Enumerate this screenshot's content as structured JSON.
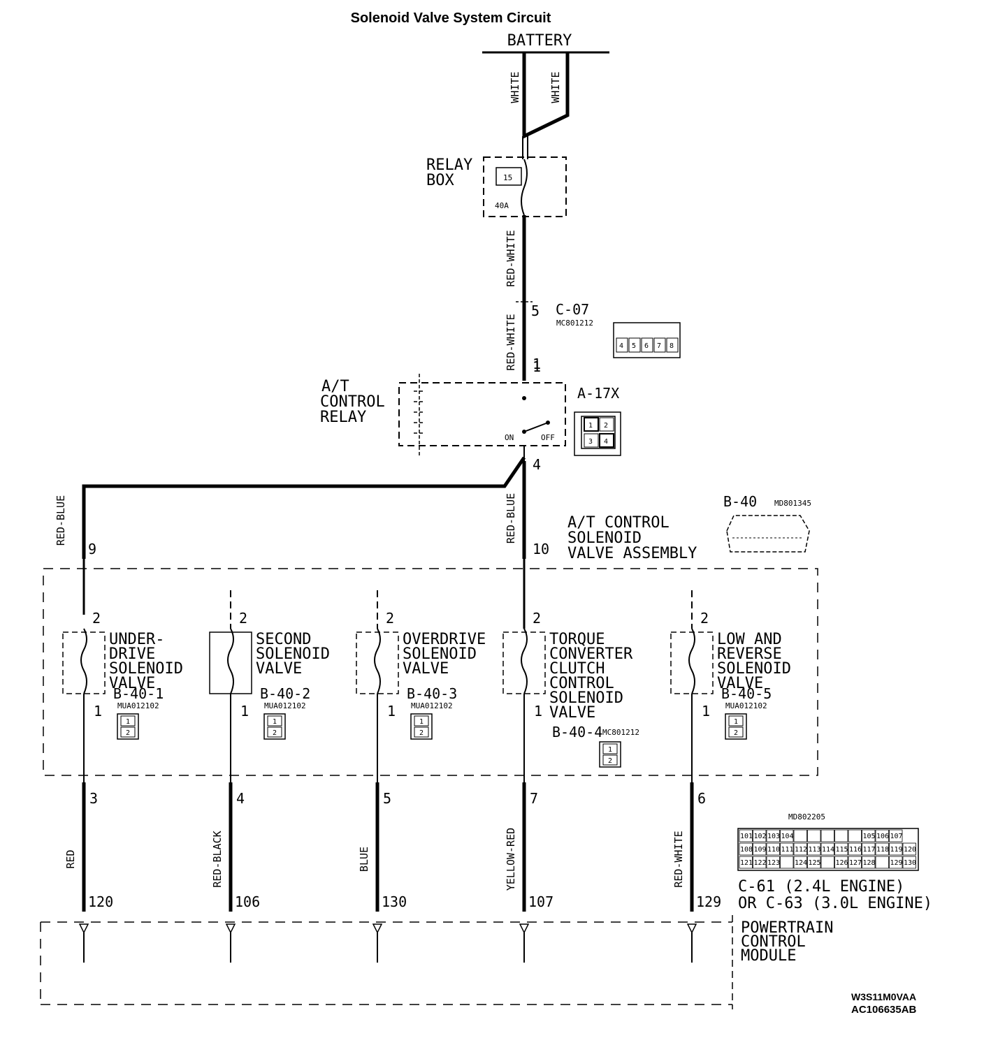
{
  "title": "Solenoid Valve System Circuit",
  "battery": {
    "label": "BATTERY",
    "wire_left": "WHITE",
    "wire_right": "WHITE"
  },
  "relay_box": {
    "label_line1": "RELAY",
    "label_line2": "BOX",
    "fuse_no": "15",
    "fuse_rating": "40A"
  },
  "wire_relay_out": "RED-WHITE",
  "connector_c07": {
    "pin": "5",
    "name": "C-07",
    "part_no": "MC801212",
    "pin_below": "1",
    "cells": [
      "4",
      "5",
      "6",
      "7",
      "8"
    ]
  },
  "wire_c07": "RED-WHITE",
  "control_relay": {
    "label_line1": "A/T",
    "label_line2": "CONTROL",
    "label_line3": "RELAY",
    "name": "A-17X",
    "on_label": "ON",
    "off_label": "OFF",
    "pin_in": "1",
    "pin_out": "4",
    "cells": [
      "1",
      "2",
      "3",
      "4"
    ]
  },
  "wire_to_assembly_left": "RED-BLUE",
  "wire_to_assembly_center": "RED-BLUE",
  "assembly": {
    "name": "B-40",
    "part_no": "MD801345",
    "label_line1": "A/T CONTROL",
    "label_line2": "SOLENOID",
    "label_line3": "VALVE ASSEMBLY",
    "pin_left": "9",
    "pin_center": "10"
  },
  "solenoids": [
    {
      "lines": [
        "UNDER-",
        "DRIVE",
        "SOLENOID",
        "VALVE"
      ],
      "connector": "B-40-1",
      "part_no": "MUA012102",
      "pin_top": "2",
      "pin_bottom": "1",
      "cells": [
        "1",
        "2"
      ],
      "assy_pin": "3",
      "wire": "RED",
      "pcm_pin": "120"
    },
    {
      "lines": [
        "SECOND",
        "SOLENOID",
        "VALVE"
      ],
      "connector": "B-40-2",
      "part_no": "MUA012102",
      "pin_top": "2",
      "pin_bottom": "1",
      "cells": [
        "1",
        "2"
      ],
      "assy_pin": "4",
      "wire": "RED-BLACK",
      "pcm_pin": "106"
    },
    {
      "lines": [
        "OVERDRIVE",
        "SOLENOID",
        "VALVE"
      ],
      "connector": "B-40-3",
      "part_no": "MUA012102",
      "pin_top": "2",
      "pin_bottom": "1",
      "cells": [
        "1",
        "2"
      ],
      "assy_pin": "5",
      "wire": "BLUE",
      "pcm_pin": "130"
    },
    {
      "lines": [
        "TORQUE",
        "CONVERTER",
        "CLUTCH",
        "CONTROL",
        "SOLENOID",
        "VALVE"
      ],
      "connector": "B-40-4",
      "part_no": "MC801212",
      "pin_top": "2",
      "pin_bottom": "1",
      "cells": [
        "1",
        "2"
      ],
      "assy_pin": "7",
      "wire": "YELLOW-RED",
      "pcm_pin": "107"
    },
    {
      "lines": [
        "LOW AND",
        "REVERSE",
        "SOLENOID",
        "VALVE"
      ],
      "connector": "B-40-5",
      "part_no": "MUA012102",
      "pin_top": "2",
      "pin_bottom": "1",
      "cells": [
        "1",
        "2"
      ],
      "assy_pin": "6",
      "wire": "RED-WHITE",
      "pcm_pin": "129"
    }
  ],
  "pcm": {
    "label_line1": "POWERTRAIN",
    "label_line2": "CONTROL",
    "label_line3": "MODULE",
    "connector_part": "MD802205",
    "engine_line1": "C-61 (2.4L ENGINE)",
    "engine_line2": "OR C-63 (3.0L ENGINE)",
    "grid": [
      [
        "101",
        "102",
        "103",
        "104",
        "",
        "",
        "",
        "",
        "",
        "105",
        "106",
        "107"
      ],
      [
        "108",
        "109",
        "110",
        "111",
        "112",
        "113",
        "114",
        "115",
        "116",
        "117",
        "118",
        "119",
        "120"
      ],
      [
        "121",
        "122",
        "123",
        "",
        "124",
        "125",
        "",
        "126",
        "127",
        "128",
        "",
        "129",
        "130"
      ]
    ]
  },
  "ref_code": "W3S11M0VAA",
  "figure_id": "AC106635AB",
  "colors": {
    "line": "#000000",
    "background": "#ffffff"
  }
}
